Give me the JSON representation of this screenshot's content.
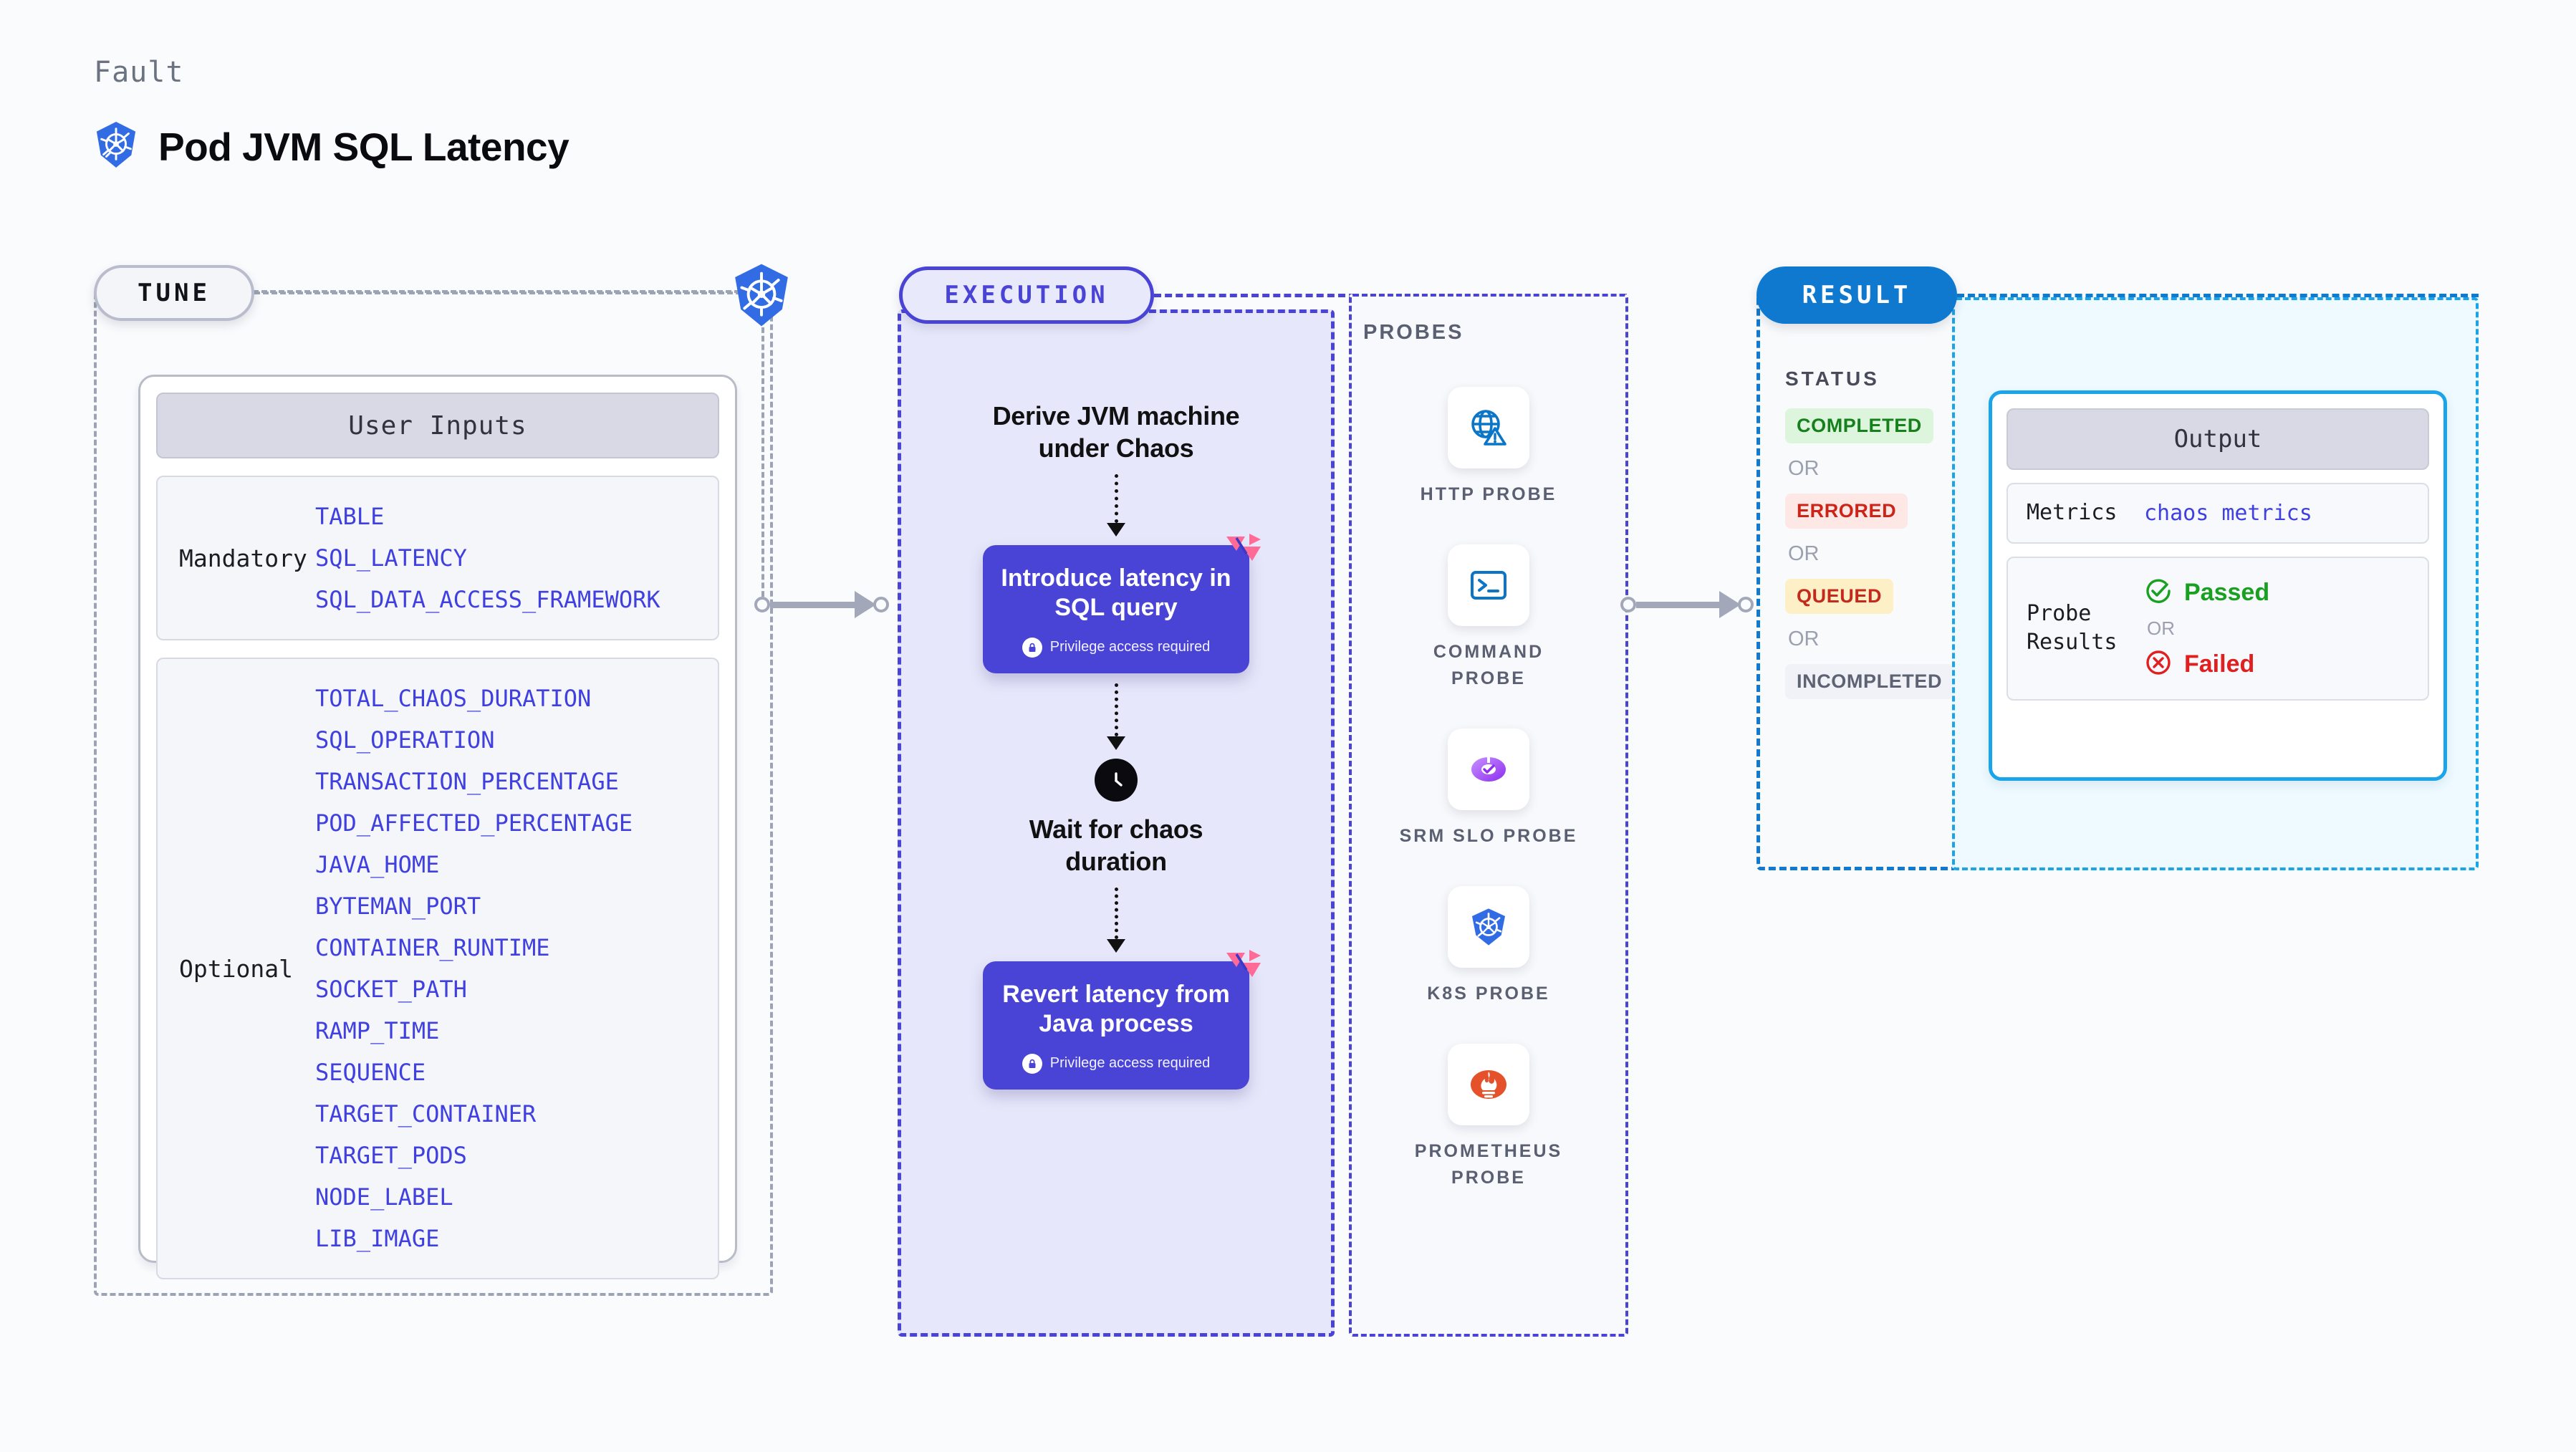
{
  "header": {
    "kicker": "Fault",
    "title": "Pod JVM SQL Latency",
    "icon": "kubernetes-icon"
  },
  "tune": {
    "pill_label": "TUNE",
    "icon": "kubernetes-icon",
    "card_header": "User Inputs",
    "groups": [
      {
        "label": "Mandatory",
        "params": [
          "TABLE",
          "SQL_LATENCY",
          "SQL_DATA_ACCESS_FRAMEWORK"
        ]
      },
      {
        "label": "Optional",
        "params": [
          "TOTAL_CHAOS_DURATION",
          "SQL_OPERATION",
          "TRANSACTION_PERCENTAGE",
          "POD_AFFECTED_PERCENTAGE",
          "JAVA_HOME",
          "BYTEMAN_PORT",
          "CONTAINER_RUNTIME",
          "SOCKET_PATH",
          "RAMP_TIME",
          "SEQUENCE",
          "TARGET_CONTAINER",
          "TARGET_PODS",
          "NODE_LABEL",
          "LIB_IMAGE"
        ]
      }
    ]
  },
  "execution": {
    "pill_label": "EXECUTION",
    "steps": [
      {
        "kind": "title",
        "text": "Derive JVM machine under Chaos"
      },
      {
        "kind": "action",
        "text": "Introduce latency in SQL query",
        "note": "Privilege access required",
        "badge": "harness-logo-icon",
        "lock": "lock-icon"
      },
      {
        "kind": "wait",
        "icon": "clock-icon",
        "text": "Wait for chaos duration"
      },
      {
        "kind": "action",
        "text": "Revert latency from Java process",
        "note": "Privilege access required",
        "badge": "harness-logo-icon",
        "lock": "lock-icon"
      }
    ]
  },
  "probes": {
    "label": "PROBES",
    "items": [
      {
        "name": "HTTP PROBE",
        "icon": "globe-warning-icon"
      },
      {
        "name": "COMMAND PROBE",
        "icon": "terminal-icon"
      },
      {
        "name": "SRM SLO PROBE",
        "icon": "slo-donut-check-icon"
      },
      {
        "name": "K8S PROBE",
        "icon": "kubernetes-icon"
      },
      {
        "name": "PROMETHEUS PROBE",
        "icon": "prometheus-icon"
      }
    ]
  },
  "result": {
    "pill_label": "RESULT",
    "status_label": "STATUS",
    "or_label": "OR",
    "statuses": [
      {
        "label": "COMPLETED",
        "bg": "#dcf5dc",
        "fg": "#16801d"
      },
      {
        "label": "ERRORED",
        "bg": "#fde8e6",
        "fg": "#cb2418"
      },
      {
        "label": "QUEUED",
        "bg": "#fdefc6",
        "fg": "#c42a1c"
      },
      {
        "label": "INCOMPLETED",
        "bg": "#f1f2f7",
        "fg": "#5d6372"
      }
    ]
  },
  "output": {
    "header": "Output",
    "metrics_label": "Metrics",
    "metrics_value": "chaos metrics",
    "probe_results_label": "Probe Results",
    "or_label": "OR",
    "passed_label": "Passed",
    "failed_label": "Failed",
    "passed_icon": "check-circle-icon",
    "failed_icon": "x-circle-icon",
    "passed_color": "#19a021",
    "failed_color": "#e02020"
  },
  "colors": {
    "accent_indigo": "#4a44d6",
    "accent_blue": "#0f79d0",
    "accent_cyan": "#1ba5e8",
    "param_blue": "#4040e0",
    "k8s_blue": "#326ce5",
    "harness_pink": "#ff6b96"
  }
}
